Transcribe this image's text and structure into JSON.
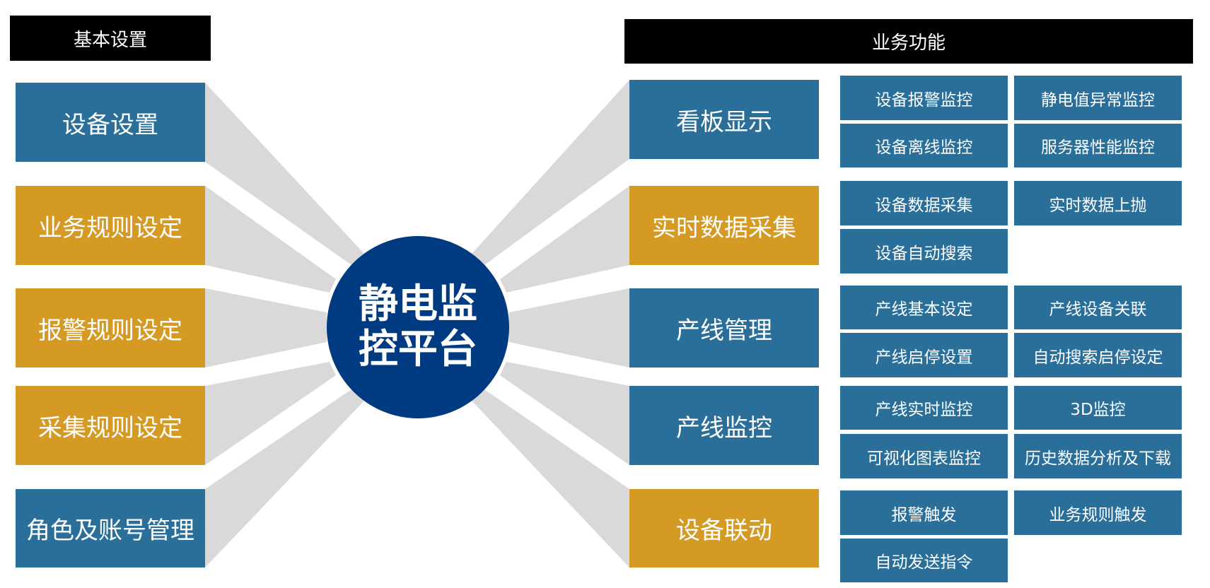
{
  "headers": {
    "left": "基本设置",
    "right": "业务功能"
  },
  "center": {
    "title": "静电监控平台"
  },
  "left_items": [
    {
      "label": "设备设置",
      "color": "#2a6f9a"
    },
    {
      "label": "业务规则设定",
      "color": "#d49a24"
    },
    {
      "label": "报警规则设定",
      "color": "#d49a24"
    },
    {
      "label": "采集规则设定",
      "color": "#d49a24"
    },
    {
      "label": "角色及账号管理",
      "color": "#2a6f9a"
    }
  ],
  "right_items": [
    {
      "label": "看板显示",
      "color": "#2a6f9a",
      "subs": [
        "设备报警监控",
        "静电值异常监控",
        "设备离线监控",
        "服务器性能监控"
      ]
    },
    {
      "label": "实时数据采集",
      "color": "#d49a24",
      "subs": [
        "设备数据采集",
        "实时数据上抛",
        "设备自动搜索"
      ]
    },
    {
      "label": "产线管理",
      "color": "#2a6f9a",
      "subs": [
        "产线基本设定",
        "产线设备关联",
        "产线启停设置",
        "自动搜索启停设定"
      ]
    },
    {
      "label": "产线监控",
      "color": "#2a6f9a",
      "subs": [
        "产线实时监控",
        "3D监控",
        "可视化图表监控",
        "历史数据分析及下载"
      ]
    },
    {
      "label": "设备联动",
      "color": "#d49a24",
      "subs": [
        "报警触发",
        "业务规则触发",
        "自动发送指令"
      ]
    }
  ],
  "colors": {
    "blue": "#2a6f9a",
    "gold": "#d49a24",
    "navy": "#003a80",
    "ray": "#d9d9d9"
  }
}
